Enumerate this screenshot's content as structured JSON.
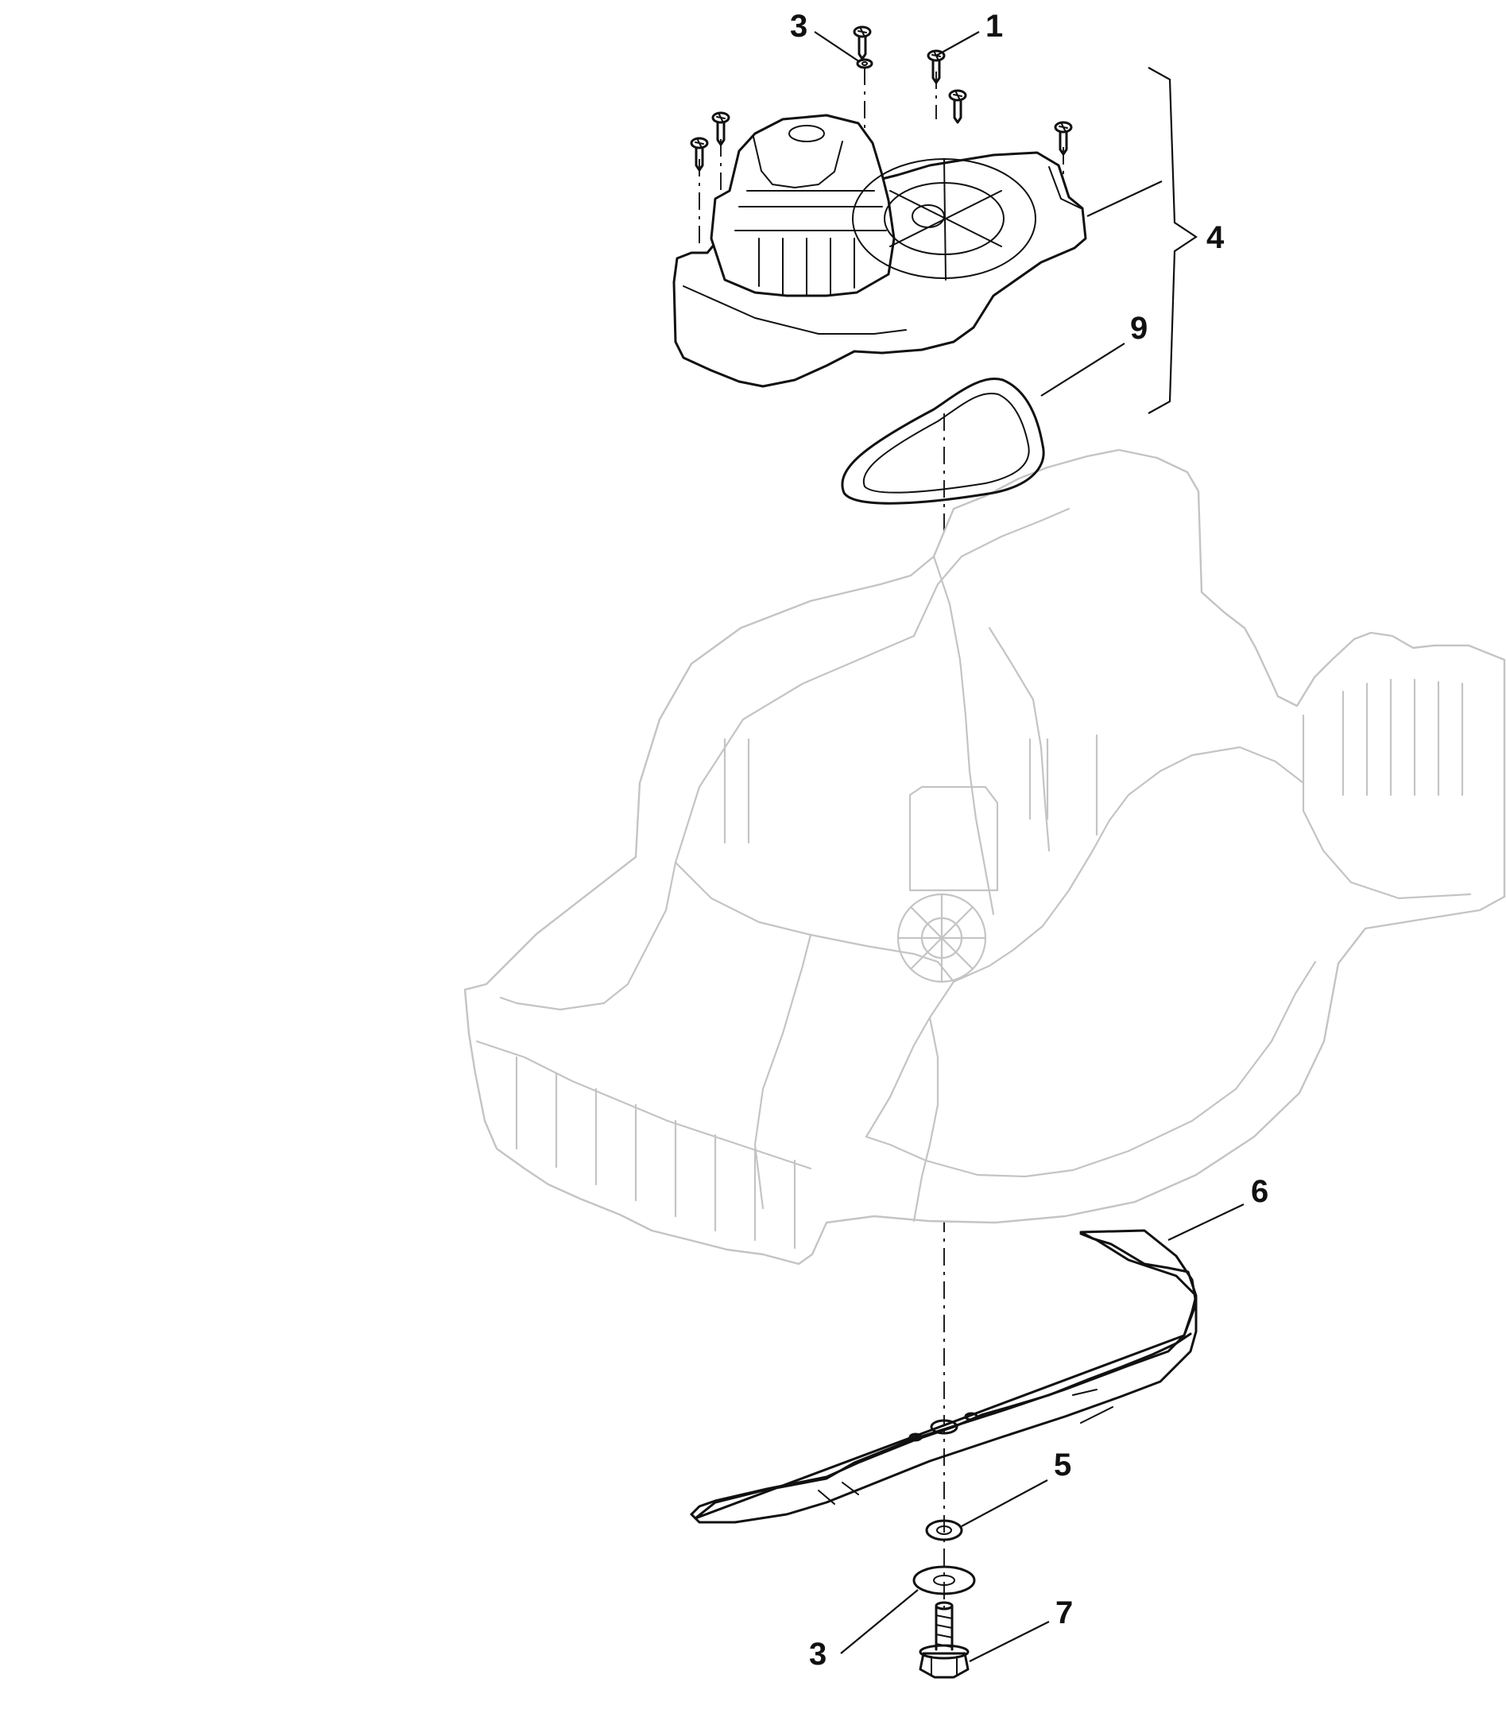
{
  "diagram": {
    "callouts": {
      "screw": "1",
      "washer_top": "3",
      "motor_assembly": "4",
      "belt": "9",
      "blade": "6",
      "washer_small": "5",
      "washer_bottom": "3",
      "bolt": "7"
    },
    "icons": {
      "screw": "screw-icon",
      "bolt": "bolt-icon",
      "washer": "washer-icon"
    }
  }
}
